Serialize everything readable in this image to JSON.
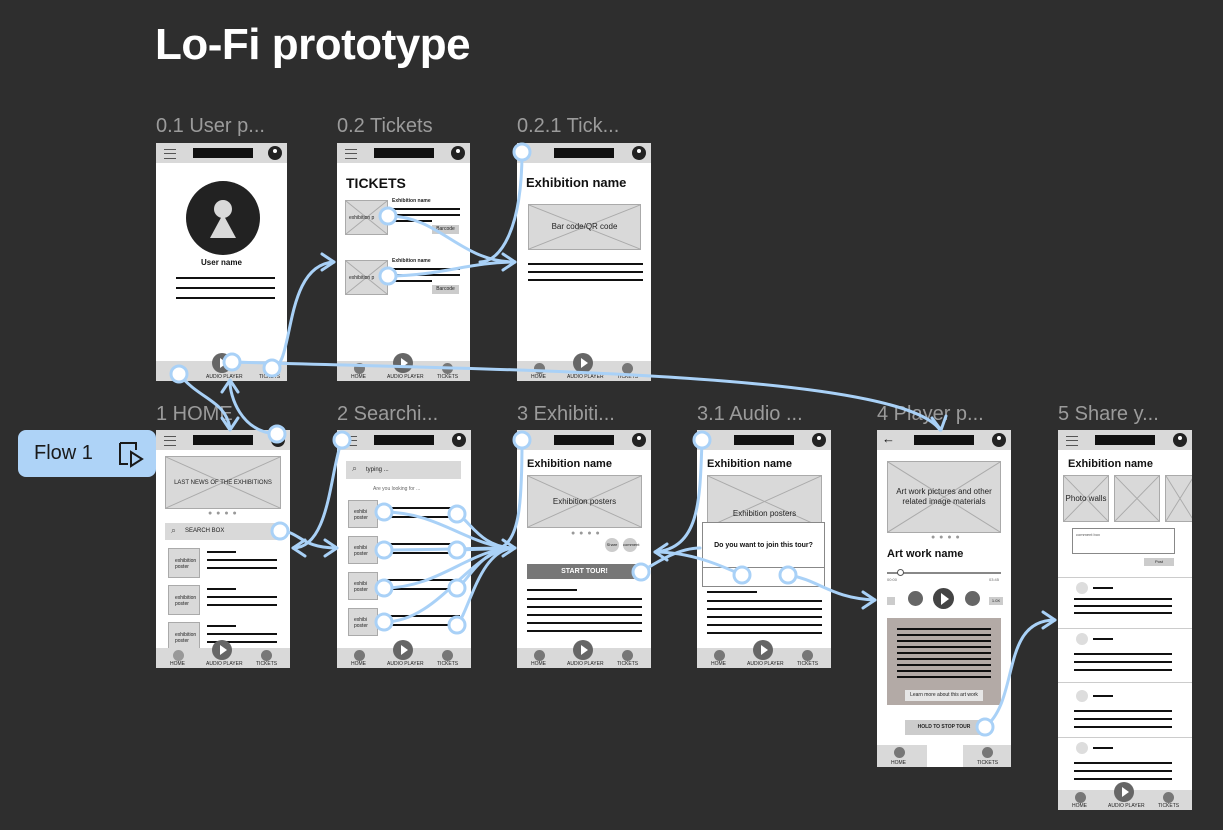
{
  "page": {
    "title": "Lo-Fi prototype"
  },
  "flow": {
    "label": "Flow 1"
  },
  "frame_labels": {
    "user": "0.1 User p...",
    "tickets": "0.2 Tickets",
    "ticket_detail": "0.2.1 Tick...",
    "home": "1 HOME",
    "search": "2 Searchi...",
    "exhibition": "3 Exhibiti...",
    "audio": "3.1 Audio ...",
    "player": "4 Player p...",
    "share": "5 Share y..."
  },
  "nav": {
    "home": "HOME",
    "audio": "AUDIO PLAYER",
    "tickets": "TICKETS"
  },
  "user_frame": {
    "user_name": "User name"
  },
  "tickets_frame": {
    "heading": "TICKETS",
    "exhibition_name": "Exhibition name",
    "poster_label": "exhibition p",
    "barcode": "Barcode"
  },
  "ticket_detail_frame": {
    "heading": "Exhibition name",
    "code": "Bar code/QR code"
  },
  "home_frame": {
    "banner": "LAST NEWS OF THE EXHIBITIONS",
    "search": "SEARCH BOX",
    "poster": "exhibition poster"
  },
  "search_frame": {
    "input": "typing ...",
    "prompt": "Are you looking for ...",
    "poster": "exhibi poster"
  },
  "exhibition_frame": {
    "heading": "Exhibition name",
    "posters": "Exhibition posters",
    "share": "Share",
    "comment": "comment",
    "start": "START TOUR!"
  },
  "audio_frame": {
    "heading": "Exhibition name",
    "posters": "Exhibition posters",
    "dialog": "Do you want to join this tour?"
  },
  "player_frame": {
    "image": "Art work pictures and other related image materials",
    "name": "Art work name",
    "t_start": "00:00",
    "t_end": "03:45",
    "speed": "1.0X",
    "learn": "Learn more about this art work",
    "hold": "HOLD TO STOP TOUR"
  },
  "share_frame": {
    "heading": "Exhibition name",
    "photo": "Photo walls",
    "comment": "comment box",
    "post": "Post"
  },
  "colors": {
    "background": "#2e2e2e",
    "connector": "#a9d1f7",
    "flow_badge": "#aed3f7"
  }
}
